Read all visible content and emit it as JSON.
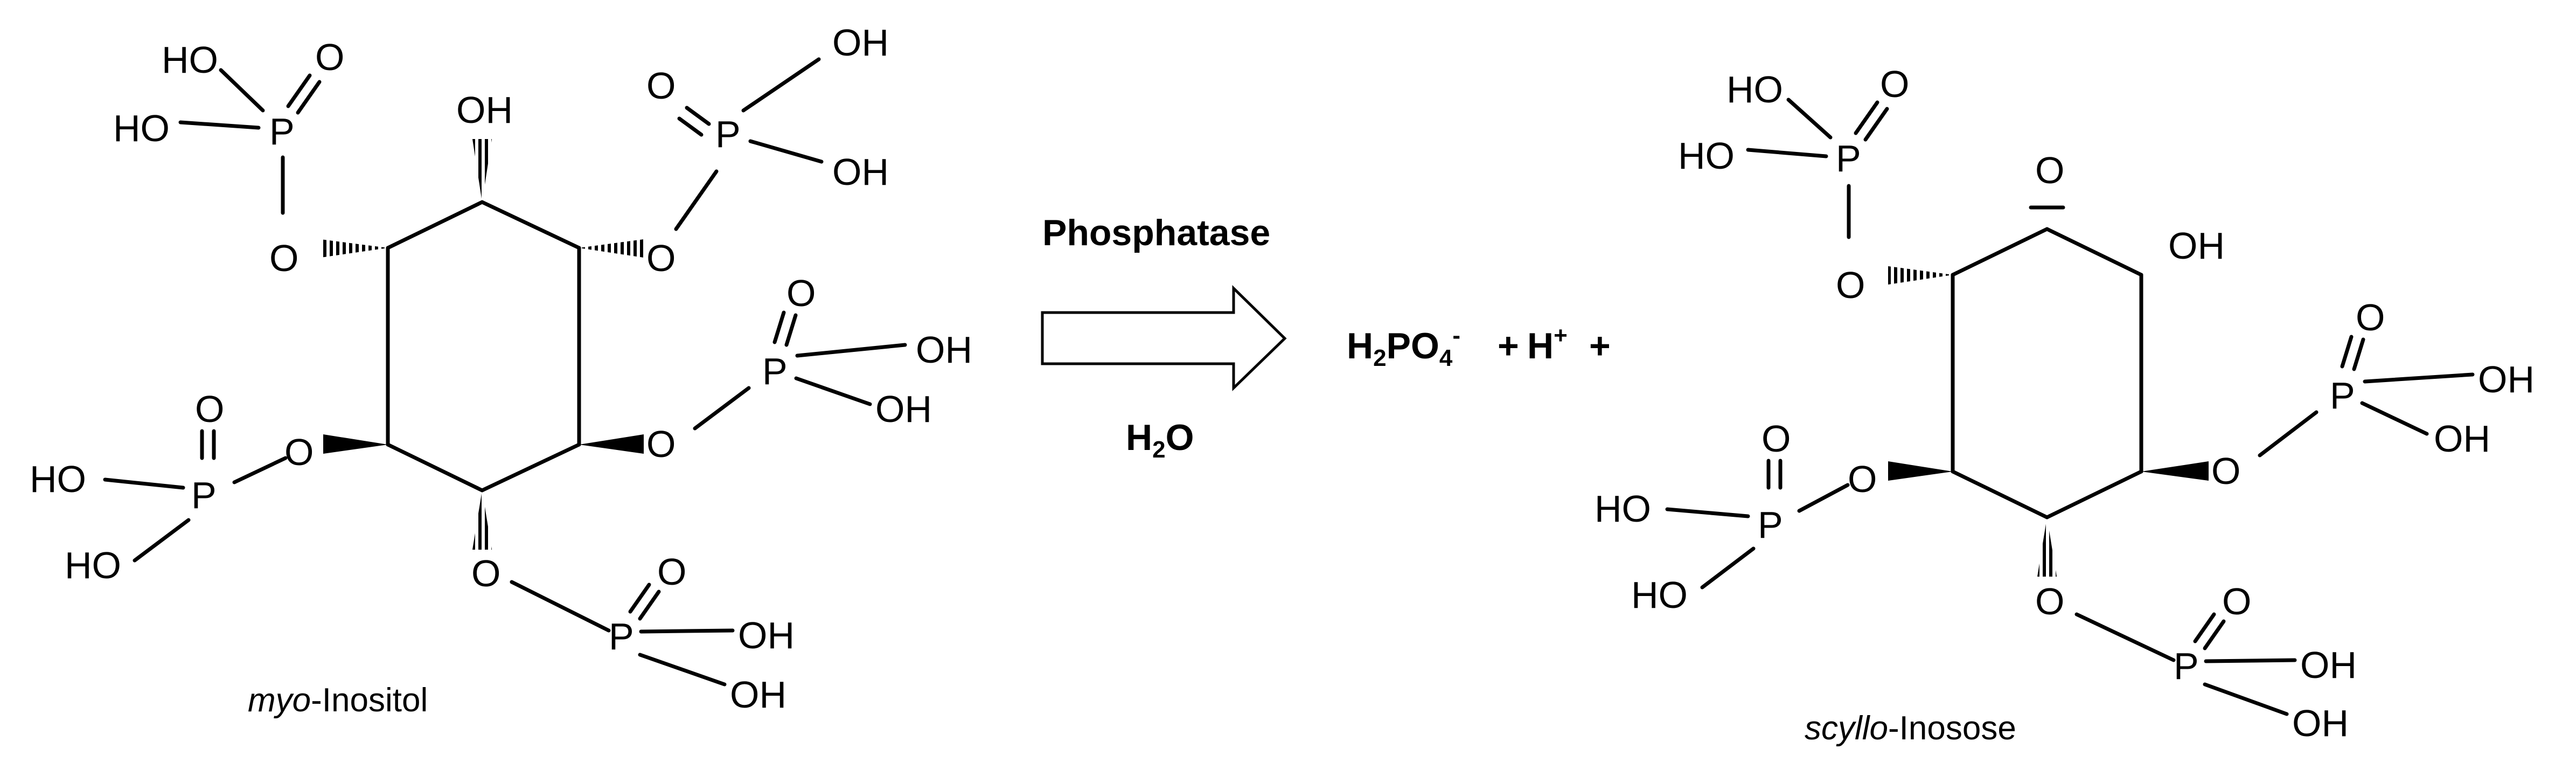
{
  "reaction": {
    "reactant": {
      "name_italic": "myo",
      "name_rest": "-Inositol"
    },
    "enzyme": "Phosphatase",
    "cosubstrate": {
      "H": "H",
      "sub": "2",
      "O": "O"
    },
    "byproducts": {
      "phosphate": {
        "H": "H",
        "h_sub": "2",
        "PO": "PO",
        "o_sub": "4",
        "charge": "-"
      },
      "plus1": "+",
      "proton": {
        "H": "H",
        "charge": "+"
      },
      "plus2": "+"
    },
    "product": {
      "name_italic": "scyllo",
      "name_rest": "-Inosose"
    }
  },
  "atoms": {
    "OH": "OH",
    "HO": "HO",
    "O": "O",
    "P": "P"
  },
  "colors": {
    "ink": "#000000",
    "arrow_fill": "#ffffff",
    "background": "#ffffff"
  }
}
